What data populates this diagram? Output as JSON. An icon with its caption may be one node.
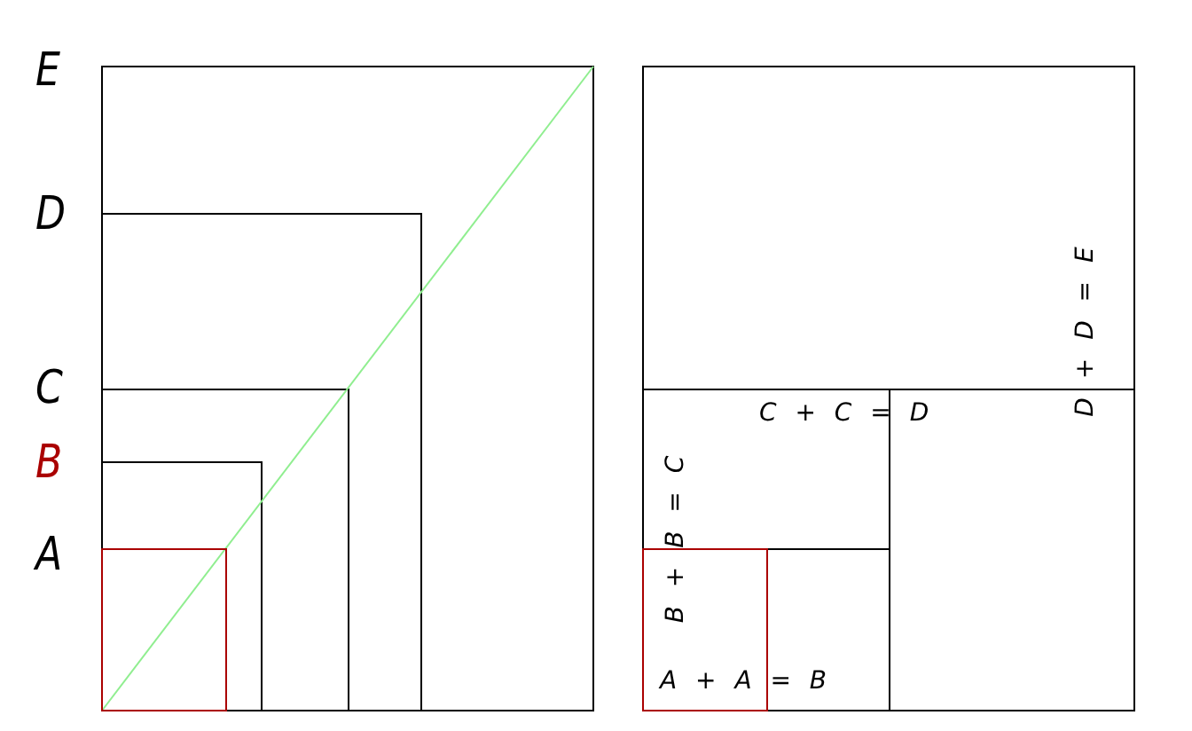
{
  "diagram": {
    "labels": [
      "E",
      "D",
      "C",
      "B",
      "A",
      "D + D = E",
      "C + C = D",
      "B + B = C",
      "A + A = B"
    ]
  }
}
